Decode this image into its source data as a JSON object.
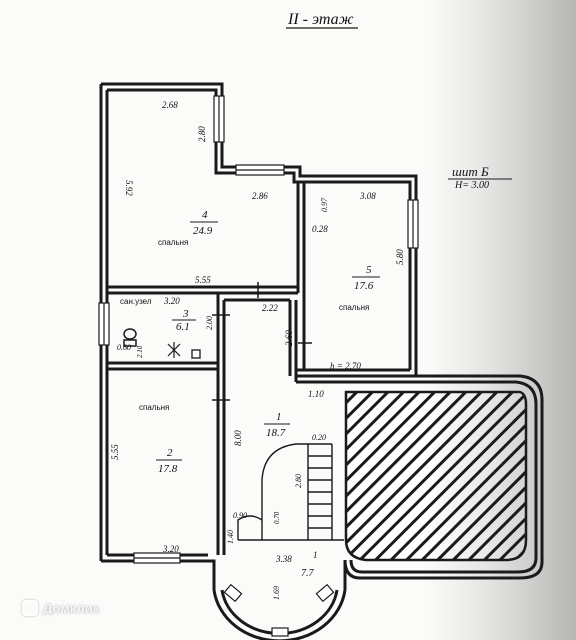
{
  "plan": {
    "floor_title": "II - этаж",
    "header_note_1": "шит Б",
    "header_note_2": "Н= 3.00",
    "rooms": [
      {
        "name": "спальня",
        "number": "4",
        "area": "24.9"
      },
      {
        "name": "спальня",
        "number": "5",
        "area": "17.6"
      },
      {
        "name": "сан.узел",
        "number": "3",
        "area": "6.1"
      },
      {
        "name": "спальня",
        "number": "2",
        "area": "17.8"
      },
      {
        "name": "",
        "number": "1",
        "area": "18.7"
      },
      {
        "name": "",
        "number": "1",
        "area": "7.7"
      }
    ],
    "dimensions": {
      "d_268": "2.68",
      "d_280": "2.80",
      "d_592": "5.92",
      "d_286": "2.86",
      "d_555a": "5.55",
      "d_308": "3.08",
      "d_097": "0.97",
      "d_028": "0.28",
      "d_580": "5.80",
      "d_222": "2.22",
      "d_260": "2.60",
      "h_270": "h = 2.70",
      "d_320a": "3.20",
      "d_200": "2.00",
      "d_060": "0.60",
      "d_110": "1.10",
      "d_800": "8.00",
      "d_555b": "5.55",
      "d_320b": "3.20",
      "d_020": "0.20",
      "d_280b": "2.80",
      "d_090": "0.90",
      "d_070": "0.70",
      "d_140": "1.40",
      "d_338": "3.38",
      "d_169": "1.69",
      "d_210": "2.10"
    }
  },
  "watermark": {
    "text": "Домклик"
  }
}
